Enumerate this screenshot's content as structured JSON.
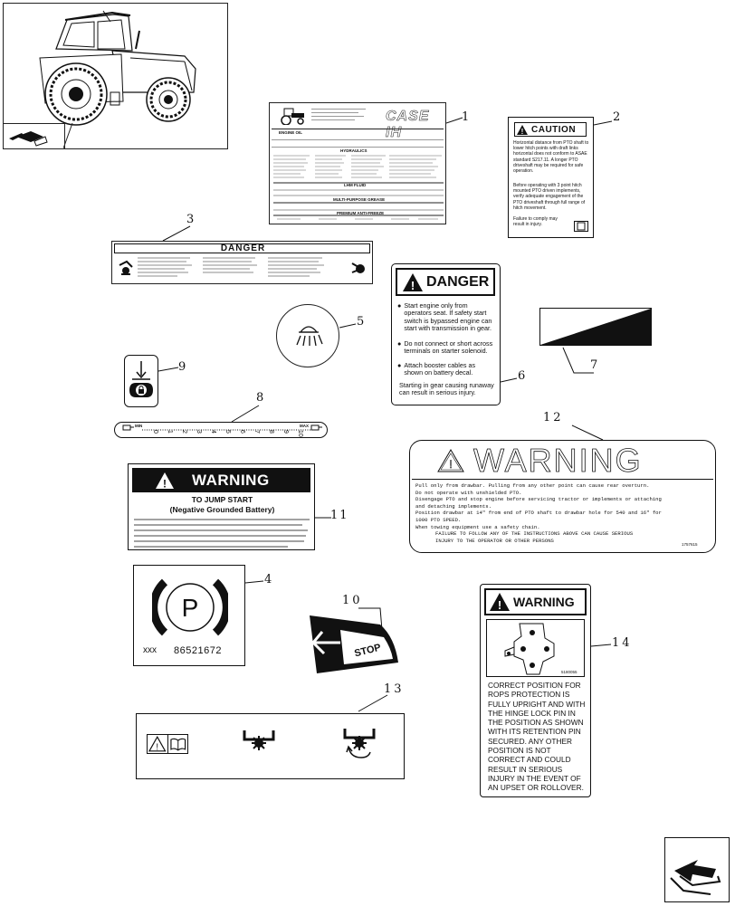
{
  "callouts": {
    "c1": "1",
    "c2": "2",
    "c3": "3",
    "c4": "4",
    "c5": "5",
    "c6": "6",
    "c7": "7",
    "c8": "8",
    "c9": "9",
    "c10": "10",
    "c11": "11",
    "c12": "12",
    "c13": "13",
    "c14": "14"
  },
  "decal1": {
    "brand": "CASE IH",
    "section_a": "ENGINE OIL",
    "section_b": "HYDRAULICS",
    "section_c": "LHM FLUID",
    "section_d": "MULTI-PURPOSE GREASE",
    "section_e": "PREMIUM ANTI-FREEZE"
  },
  "decal2": {
    "header": "CAUTION",
    "para1": "Horizontal distance from PTO shaft to lower hitch points with draft links horizontal does not conform to ASAE standard S217.11. A longer PTO driveshaft may be required for safe operation.",
    "para2": "Before operating with 3 point hitch mounted PTO driven implements, verify adequate engagement of the PTO driveshaft through full range of hitch movement.",
    "para3": "Failure to comply may result in injury."
  },
  "decal3": {
    "header": "DANGER"
  },
  "decal6": {
    "header": "DANGER",
    "bullet1": "Start engine only from operators seat. If safety start switch is bypassed engine can start with transmission in gear.",
    "bullet2": "Do not connect or short across terminals on starter solenoid.",
    "bullet3": "Attach booster cables as shown on battery decal.",
    "footer": "Starting in gear causing runaway can result in serious injury."
  },
  "decal8": {
    "min": "MIN",
    "max": "MAX",
    "ticks": [
      "0",
      "1",
      "2",
      "3",
      "4",
      "5",
      "6",
      "7",
      "8",
      "9",
      "10"
    ]
  },
  "decal11": {
    "header": "WARNING",
    "title1": "TO JUMP START",
    "title2": "(Negative Grounded Battery)"
  },
  "decal12": {
    "header": "WARNING",
    "lines": [
      "Pull only from drawbar. Pulling from any other point can cause rear overturn.",
      "Do not operate with unshielded PTO.",
      "Disengage PTO and stop engine before servicing tractor or implements or attaching",
      "and detaching implements.",
      "Position drawbar at 14\" from end of PTO shaft to drawbar hole for 540 and 16\" for",
      "1000 PTO SPEED.",
      "When towing equipment use a safety chain.",
      "FAILURE TO FOLLOW ANY OF THE INSTRUCTIONS ABOVE CAN CAUSE SERIOUS",
      "INJURY TO THE OPERATOR OR OTHER PERSONS"
    ],
    "code": "1757615"
  },
  "decal4": {
    "symbol": "P",
    "prefix": "xxx",
    "part_number": "86521672"
  },
  "decal10": {
    "label": "STOP"
  },
  "decal14": {
    "header": "WARNING",
    "code": "5180055",
    "text": "CORRECT POSITION FOR ROPS PROTECTION IS FULLY UPRIGHT AND WITH THE HINGE LOCK PIN IN THE POSITION AS SHOWN WITH ITS RETENTION PIN SECURED. ANY OTHER POSITION IS NOT CORRECT AND COULD RESULT IN SERIOUS INJURY IN THE EVENT OF AN UPSET OR ROLLOVER."
  },
  "colors": {
    "ink": "#111111",
    "paper": "#ffffff"
  }
}
